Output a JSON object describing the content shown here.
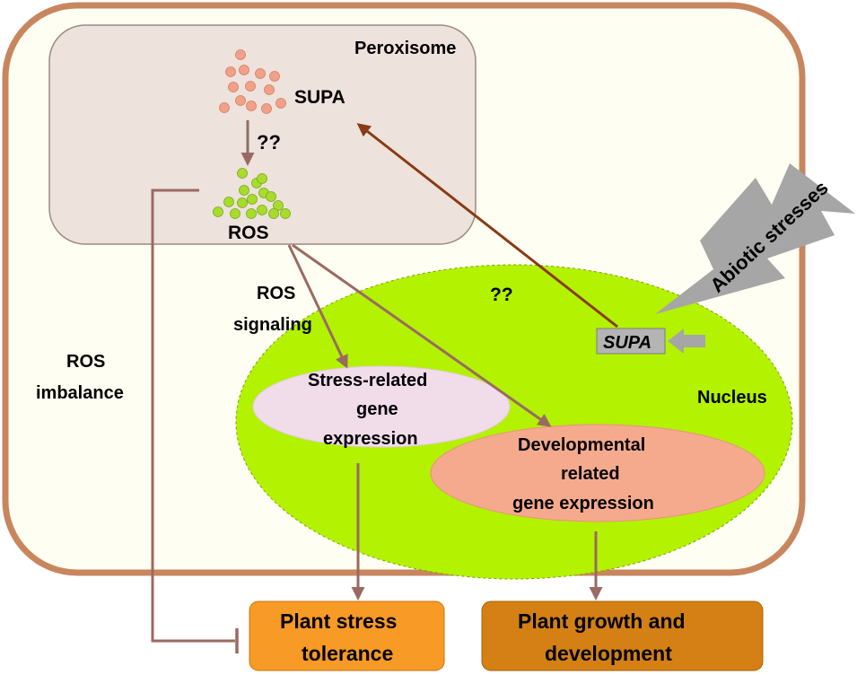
{
  "labels": {
    "peroxisome": "Peroxisome",
    "supa_top": "SUPA",
    "question_top": "??",
    "ros": "ROS",
    "ros_signaling_line1": "ROS",
    "ros_signaling_line2": "signaling",
    "ros_imbalance_line1": "ROS",
    "ros_imbalance_line2": "imbalance",
    "question_nucleus": "??",
    "nucleus": "Nucleus",
    "supa_gene": "SUPA",
    "abiotic_stresses": "Abiotic stresses",
    "stress_gene_line1": "Stress-related",
    "stress_gene_line2": "gene",
    "stress_gene_line3": "expression",
    "dev_gene_line1": "Developmental",
    "dev_gene_line2": "related",
    "dev_gene_line3": "gene expression",
    "plant_stress_line1": "Plant stress",
    "plant_stress_line2": "tolerance",
    "plant_growth_line1": "Plant growth and",
    "plant_growth_line2": "development"
  },
  "colors": {
    "cell_border": "#c8865e",
    "cell_fill": "#fefef2",
    "peroxisome_fill": "#ede2dc",
    "peroxisome_border": "#9a8a82",
    "supa_dot": "#f2a088",
    "ros_dot": "#a8dc2c",
    "nucleus_fill": "#b3f200",
    "stress_ellipse": "#f1dcea",
    "dev_ellipse": "#f5aa8e",
    "arrow_mauve": "#9a6a62",
    "arrow_brown": "#8a3a14",
    "supa_box": "#b4b4b4",
    "lightning": "#a6a6a6",
    "plant_stress_box": "#f89a26",
    "plant_growth_box": "#d48014"
  }
}
